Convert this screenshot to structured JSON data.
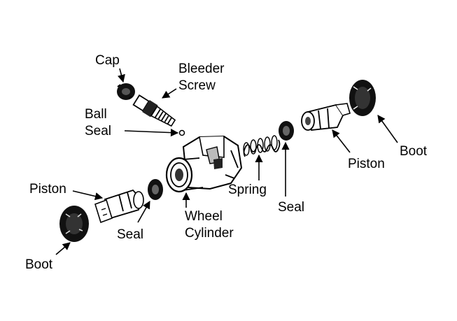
{
  "colors": {
    "ink": "#000000",
    "background": "#ffffff"
  },
  "labels": {
    "cap": "Cap",
    "bleeder_line1": "Bleeder",
    "bleeder_line2": "Screw",
    "ball_line1": "Ball",
    "ball_line2": "Seal",
    "spring": "Spring",
    "seal_right": "Seal",
    "piston_right": "Piston",
    "boot_right": "Boot",
    "piston_left": "Piston",
    "seal_left": "Seal",
    "wheel_line1": "Wheel",
    "wheel_line2": "Cylinder",
    "boot_left": "Boot"
  }
}
